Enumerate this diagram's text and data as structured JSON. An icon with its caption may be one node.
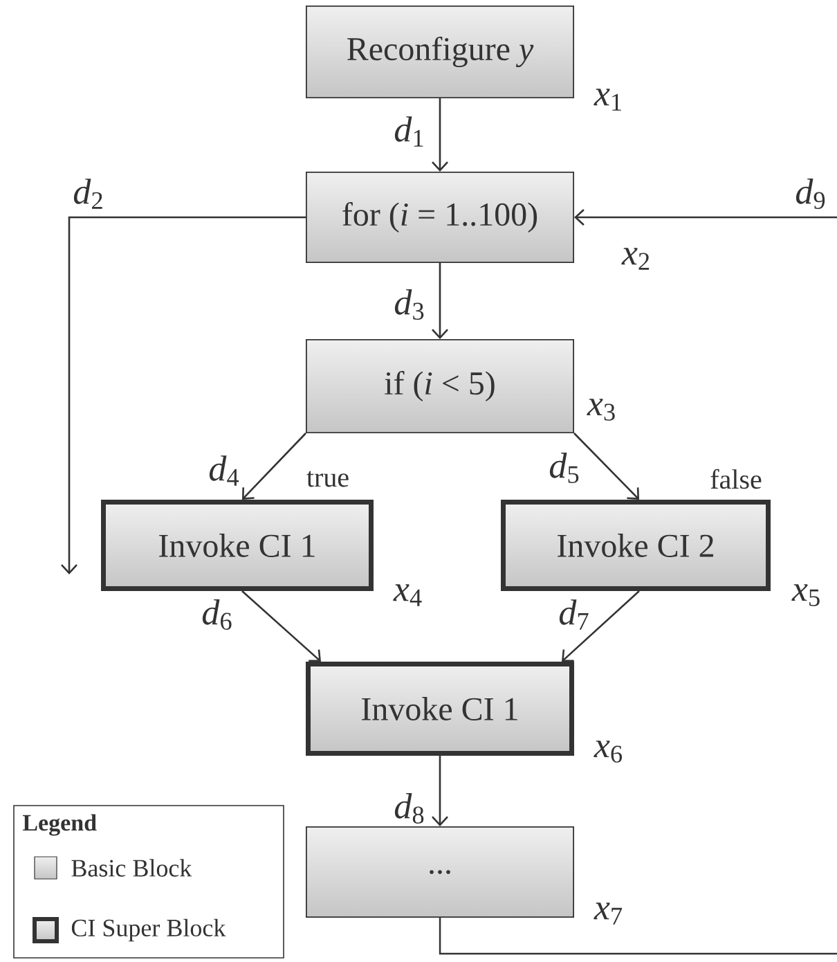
{
  "diagram": {
    "nodes": [
      {
        "text": [
          "Reconfigure *y*"
        ],
        "beside": [
          "*x*$_{1}$"
        ]
      },
      {
        "text": [
          "for (*i* = 1..100)"
        ],
        "beside": [
          "*x*$_{2}$"
        ]
      },
      {
        "text": [
          "if (*i* < 5)"
        ],
        "beside": [
          "*x*$_{3}$"
        ]
      },
      {
        "text": [
          "Invoke CI 1"
        ],
        "beside": [
          "*x*$_{4}$"
        ]
      },
      {
        "text": [
          "Invoke CI 2"
        ],
        "beside": [
          "*x*$_{5}$"
        ]
      },
      {
        "text": [
          "Invoke CI 1"
        ],
        "beside": [
          "*x*$_{6}$"
        ]
      },
      {
        "text": [
          "..."
        ],
        "beside": [
          "*x*$_{7}$"
        ]
      }
    ],
    "edges": [
      {
        "from": 0,
        "to": 1,
        "arrow": "to",
        "label": "*d*$_{1}$"
      },
      {
        "from": 1,
        "to": null,
        "arrow": "to",
        "label": "*d*$_{2}$"
      },
      {
        "from": 1,
        "to": 2,
        "arrow": "to",
        "label": "*d*$_{3}$"
      },
      {
        "from": 2,
        "to": 3,
        "arrow": "to",
        "label": "*d*$_{4}$"
      },
      {
        "from": 2,
        "to": 4,
        "arrow": "to",
        "label": "*d*$_{5}$"
      },
      {
        "from": 3,
        "to": 5,
        "arrow": "to",
        "label": "*d*$_{6}$"
      },
      {
        "from": 4,
        "to": 5,
        "arrow": "to",
        "label": "*d*$_{7}$"
      },
      {
        "from": 5,
        "to": 6,
        "arrow": "to",
        "label": "*d*$_{8}$"
      },
      {
        "from": null,
        "to": 1,
        "arrow": "to",
        "label": "*d*$_{9}$"
      },
      {
        "from": 6,
        "to": null,
        "arrow": "none"
      }
    ],
    "labels": [
      "true",
      "false",
      "Legend"
    ],
    "legend": [
      {
        "text": "Basic Block"
      },
      {
        "text": "CI Super Block"
      }
    ]
  }
}
